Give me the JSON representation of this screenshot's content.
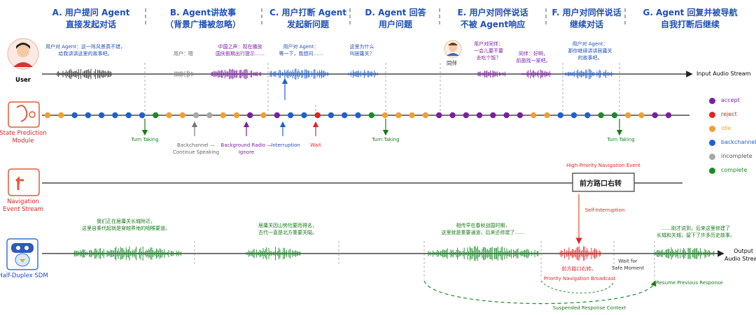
{
  "headers": [
    {
      "a": "A. 用户提问 Agent",
      "b": "直接发起对话"
    },
    {
      "a": "B. Agent讲故事",
      "b": "（背景广播被忽略）"
    },
    {
      "a": "C. 用户打断 Agent",
      "b": "发起新问题"
    },
    {
      "a": "D. Agent 回答",
      "b": "用户问题"
    },
    {
      "a": "E. 用户对同伴说话",
      "b": "不被 Agent响应"
    },
    {
      "a": "F. 用户对同伴说话",
      "b": "继续对话"
    },
    {
      "a": "G. Agent 回复并被导航",
      "b": "自我打断后继续"
    }
  ],
  "side_labels": {
    "user": "User",
    "state_line1": "State Prediction",
    "state_line2": "Module",
    "nav_line1": "Navigation",
    "nav_line2": "Event Stream",
    "sdm": "Half-Duplex SDM"
  },
  "streams": {
    "input": "Input Audio Stream",
    "output_line1": "Output",
    "output_line2": "Audio Stream"
  },
  "user_utterances": {
    "a1": "用户对 Agent：这一阵风景真不错，",
    "a2": "给我讲讲这里的故事吧。",
    "b": "用户：嗯",
    "bg1": "中国之声：现在播放",
    "bg2": "国庆假期出行提示……",
    "c1": "用户对 Agent：",
    "c2": "等一下，我想问……",
    "d1": "这里为什么",
    "d2": "叫居庸关？",
    "e1": "用户对同伴：",
    "e2": "一会儿要不要",
    "e3": "去吃个饭？",
    "companion": "同伴",
    "f1": "同伴：好啊，",
    "f2": "前面找一家吧。",
    "g1": "用户对 Agent：",
    "g2": "那你继续讲讲居庸关",
    "g3": "的故事吧。"
  },
  "state_annotations": {
    "turn_taking": "Turn Taking",
    "backchannel1": "Backchannel —",
    "backchannel2": "Continue Speaking",
    "bg_radio1": "Background Radio —",
    "bg_radio2": "Ignore",
    "interruption": "Interruption",
    "wait": "Wait"
  },
  "legend": [
    {
      "label": "accept",
      "color": "#7a1fa0"
    },
    {
      "label": "reject",
      "color": "#e02424"
    },
    {
      "label": "idle",
      "color": "#f0a030"
    },
    {
      "label": "backchannel",
      "color": "#1f5fd0"
    },
    {
      "label": "incomplete",
      "color": "#a8a8a8"
    },
    {
      "label": "complete",
      "color": "#1a8a2a"
    }
  ],
  "navigation": {
    "event_title": "High-Priority Navigation Event",
    "event_text": "前方路口右转",
    "self_interrupt": "Self-Interruption"
  },
  "agent_speech": {
    "s1a": "我们正在居庸关长城附近，",
    "s1b": "这里自秦代起就是穿越界地的咽喉要道。",
    "s2a": "居庸关因山势险要而得名，",
    "s2b": "古代一直是北方重要关隘。",
    "s3a": "相传早在春秋战国时期，",
    "s3b": "这里就是重要通道，后来还修建了……",
    "nav_broadcast": "前方路口右转。",
    "nav_broadcast_label": "Priority Navigation Broadcast",
    "wait1": "Wait for",
    "wait2": "Safe Moment",
    "s4a": "……刚才说到，后来这里修建了",
    "s4b": "长城和关城，留下了许多历史故事。",
    "resume": "Resume Previous Response",
    "suspended": "Suspended Response Context"
  },
  "state_sequence": [
    "idle",
    "idle",
    "backchannel",
    "backchannel",
    "backchannel",
    "backchannel",
    "backchannel",
    "backchannel",
    "complete",
    "idle",
    "idle",
    "incomplete",
    "incomplete",
    "idle",
    "idle",
    "accept",
    "idle",
    "accept",
    "backchannel",
    "backchannel",
    "reject",
    "backchannel",
    "backchannel",
    "backchannel",
    "complete",
    "idle",
    "idle",
    "idle",
    "idle",
    "accept",
    "accept",
    "accept",
    "accept",
    "accept",
    "accept",
    "accept",
    "idle",
    "idle",
    "backchannel",
    "backchannel",
    "backchannel",
    "complete",
    "complete",
    "idle",
    "idle",
    "accept",
    "accept"
  ]
}
